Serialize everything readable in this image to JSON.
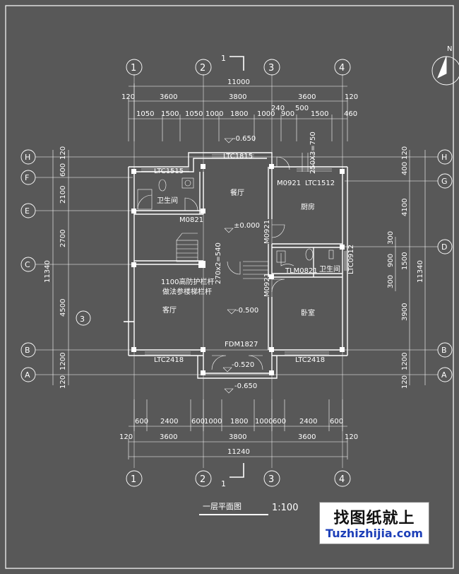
{
  "axes": {
    "col_top": [
      "1",
      "2",
      "3",
      "4"
    ],
    "col_bottom": [
      "1",
      "2",
      "3",
      "4"
    ],
    "row_left": [
      "H",
      "F",
      "E",
      "C",
      "B",
      "A"
    ],
    "row_right": [
      "H",
      "G",
      "D",
      "B",
      "A"
    ],
    "section_top": "1",
    "section_bottom": "1",
    "section_left": "3"
  },
  "dims_top": {
    "total": "11000",
    "row2": [
      "120",
      "3600",
      "3800",
      "3600",
      "120"
    ],
    "row3": [
      "1050",
      "1500",
      "1050",
      "1000",
      "1800",
      "1000",
      "900",
      "1500",
      "460"
    ],
    "extra": [
      "240",
      "500",
      "250X3=750"
    ]
  },
  "dims_bottom": {
    "row1": [
      "600",
      "2400",
      "600",
      "1000",
      "1800",
      "1000",
      "600",
      "2400",
      "600"
    ],
    "row2": [
      "120",
      "3600",
      "3800",
      "3600",
      "120"
    ],
    "total": "11240"
  },
  "dims_left": [
    "120",
    "600",
    "2100",
    "2700",
    "4500",
    "1200",
    "120",
    "11340"
  ],
  "dims_right": [
    "120",
    "400",
    "4100",
    "300",
    "1500",
    "900",
    "300",
    "3900",
    "1200",
    "120",
    "11340"
  ],
  "elevations": [
    "-0.650",
    "±0.000",
    "-0.500",
    "-0.520",
    "-0.650"
  ],
  "openings": [
    "LTC1815",
    "LTC1515",
    "LTC1512",
    "M0921",
    "M0821",
    "M0921",
    "M0921",
    "TLM0821",
    "LTC0912",
    "FDM1827",
    "LTC2418",
    "LTC2418"
  ],
  "rooms": [
    "餐厅",
    "厨房",
    "卫生间",
    "卫生间",
    "客厅",
    "卧室"
  ],
  "notes": {
    "rail_line1": "1100高防护栏杆",
    "rail_line2": "做法参楼梯栏杆",
    "stair": "270x2=540",
    "north": "N"
  },
  "title": {
    "name": "一层平面图",
    "scale": "1:100"
  },
  "watermark": {
    "cn": "找图纸就上",
    "en": "Tuzhizhijia.com"
  },
  "colors": {
    "background": "#585858",
    "lines": "#ffffff",
    "watermark_text": "#111111",
    "watermark_url": "#1d3fb8"
  }
}
